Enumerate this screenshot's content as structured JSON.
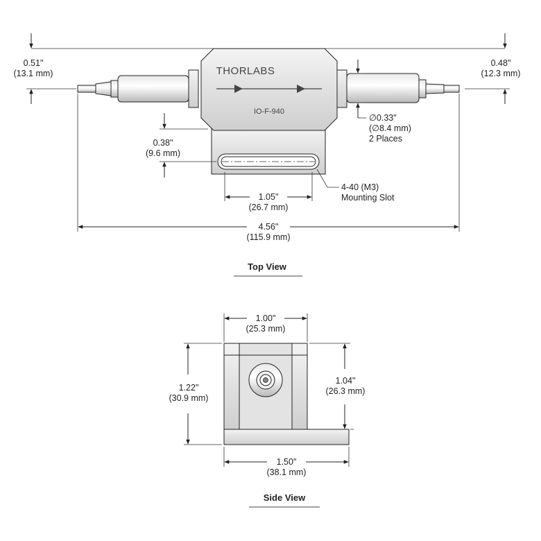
{
  "top_view": {
    "title": "Top View",
    "brand": "THORLABS",
    "model": "IO-F-940",
    "left_height": {
      "inch": "0.51\"",
      "mm": "(13.1 mm)"
    },
    "right_height": {
      "inch": "0.48\"",
      "mm": "(12.3 mm)"
    },
    "diameter": {
      "inch": "∅0.33\"",
      "mm": "(∅8.4 mm)",
      "note": "2 Places"
    },
    "base_offset": {
      "inch": "0.38\"",
      "mm": "(9.6 mm)"
    },
    "slot_length": {
      "inch": "1.05\"",
      "mm": "(26.7 mm)"
    },
    "slot_label": {
      "line1": "4-40 (M3)",
      "line2": "Mounting Slot"
    },
    "overall_length": {
      "inch": "4.56\"",
      "mm": "(115.9 mm)"
    }
  },
  "side_view": {
    "title": "Side View",
    "width_top": {
      "inch": "1.00\"",
      "mm": "(25.3 mm)"
    },
    "height_total": {
      "inch": "1.22\"",
      "mm": "(30.9 mm)"
    },
    "height_body": {
      "inch": "1.04\"",
      "mm": "(26.3 mm)"
    },
    "width_base": {
      "inch": "1.50\"",
      "mm": "(38.1 mm)"
    }
  }
}
